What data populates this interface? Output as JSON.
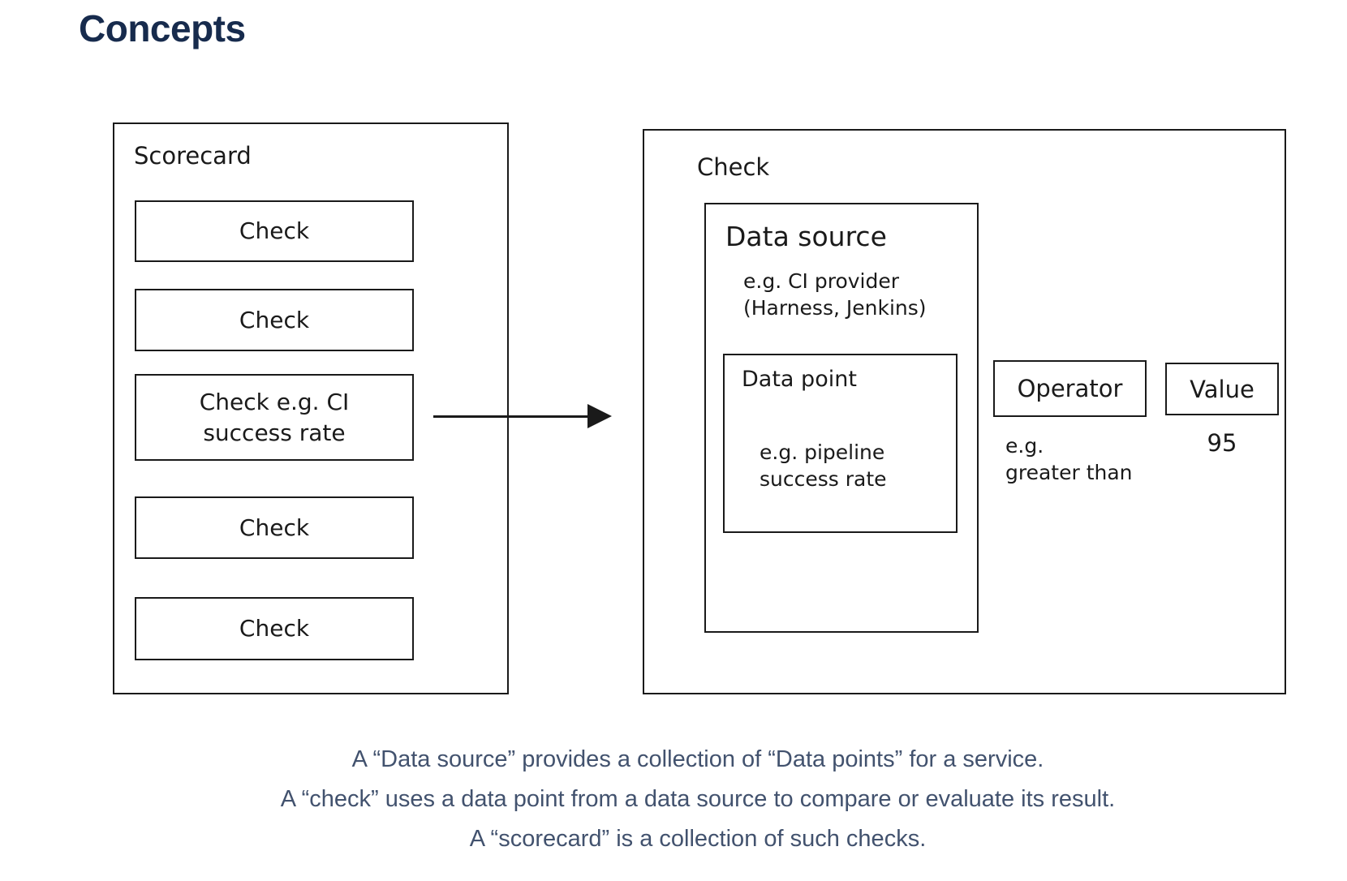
{
  "heading": "Concepts",
  "colors": {
    "heading_text": "#172b4d",
    "caption_text": "#42526e",
    "diagram_stroke": "#1a1a1a",
    "background": "#ffffff"
  },
  "scorecard": {
    "label": "Scorecard",
    "checks": [
      {
        "label": "Check"
      },
      {
        "label": "Check"
      },
      {
        "label": "Check e.g. CI\nsuccess rate"
      },
      {
        "label": "Check"
      },
      {
        "label": "Check"
      }
    ]
  },
  "check_detail": {
    "label": "Check",
    "data_source": {
      "title": "Data source",
      "example": "e.g. CI provider\n(Harness, Jenkins)",
      "data_point": {
        "title": "Data point",
        "example": "e.g. pipeline\nsuccess rate"
      }
    },
    "operator": {
      "label": "Operator",
      "example": "e.g.\ngreater than"
    },
    "value": {
      "label": "Value",
      "example": "95"
    }
  },
  "caption": {
    "line1": "A “Data source” provides a collection of “Data points” for a service.",
    "line2": "A “check” uses a data point from a data source to compare or evaluate its result.",
    "line3": "A “scorecard” is a collection of such checks."
  }
}
